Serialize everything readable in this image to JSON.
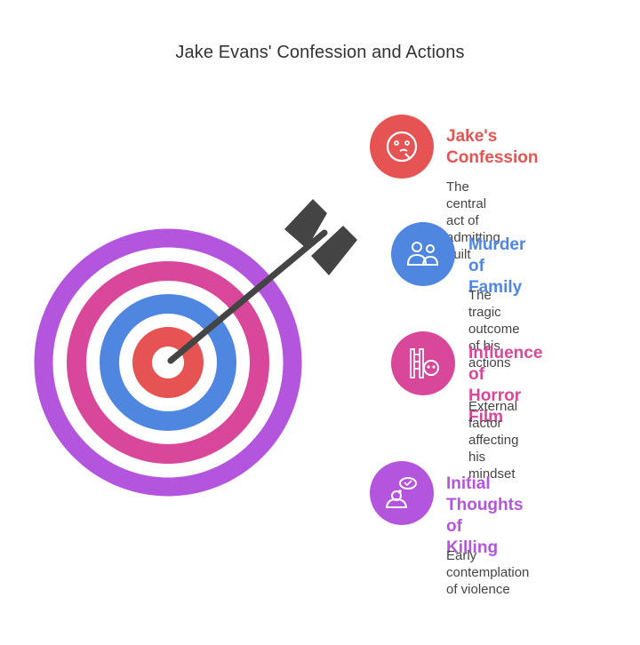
{
  "title": "Jake Evans' Confession and Actions",
  "colors": {
    "red": "#e55353",
    "blue": "#4f86e0",
    "pink": "#d9479b",
    "purple": "#b455dd",
    "title_text": "#333333",
    "desc_text": "#444444"
  },
  "items": [
    {
      "title": "Jake's\nConfession",
      "desc": "The central act of\nadmitting guilt",
      "icon": "confession-face-icon",
      "color": "#e55353"
    },
    {
      "title": "Murder of\nFamily",
      "desc": "The tragic outcome\nof his actions",
      "icon": "family-people-icon",
      "color": "#4f86e0"
    },
    {
      "title": "Influence of\nHorror Film",
      "desc": "External factor\naffecting his\nmindset",
      "icon": "film-skull-icon",
      "color": "#d9479b"
    },
    {
      "title": "Initial\nThoughts of\nKilling",
      "desc": "Early contemplation\nof violence",
      "icon": "thinking-person-icon",
      "color": "#b455dd"
    }
  ]
}
